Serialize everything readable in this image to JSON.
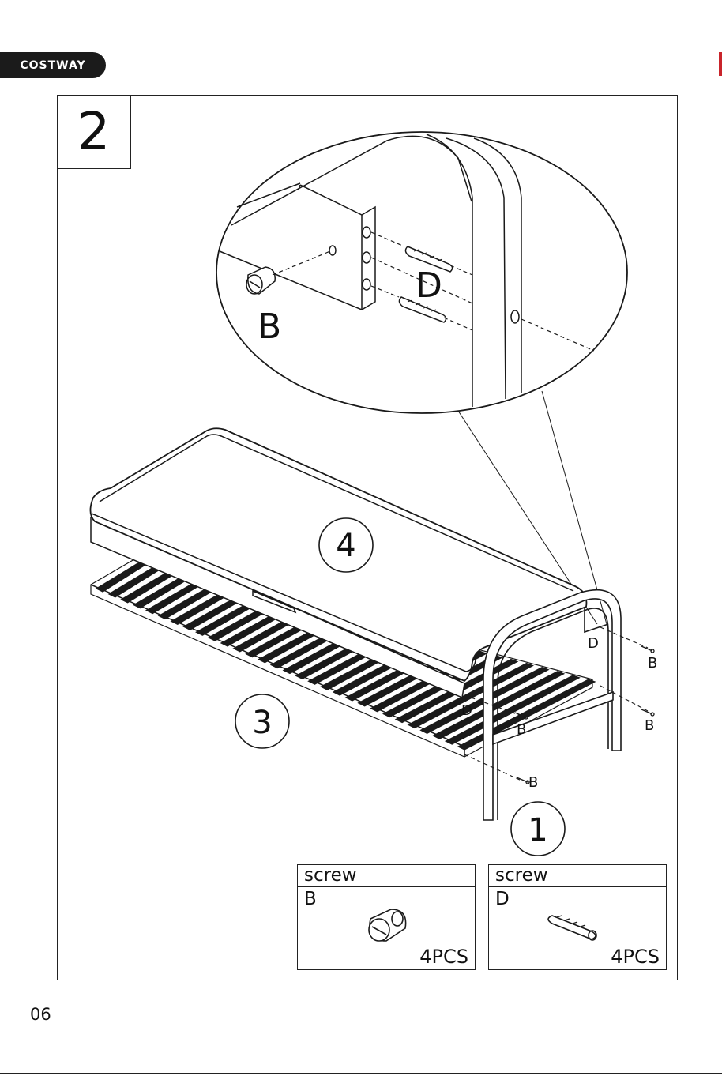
{
  "header": {
    "brand": "COSTWAY",
    "accent_color": "#c9242b"
  },
  "step": {
    "number": "2"
  },
  "callouts": {
    "detail_B": "B",
    "detail_D": "D",
    "main_D_upper": "D",
    "main_B_right_upper": "B",
    "main_D_lower": "D",
    "main_B_mid": "B",
    "main_B_right_lower": "B",
    "main_B_bottom": "B"
  },
  "components": [
    {
      "number": "1"
    },
    {
      "number": "3"
    },
    {
      "number": "4"
    }
  ],
  "parts": [
    {
      "type": "screw",
      "letter": "B",
      "quantity": "4PCS",
      "icon": "screw-b-icon"
    },
    {
      "type": "screw",
      "letter": "D",
      "quantity": "4PCS",
      "icon": "dowel-d-icon"
    }
  ],
  "footer": {
    "page_number": "06"
  }
}
